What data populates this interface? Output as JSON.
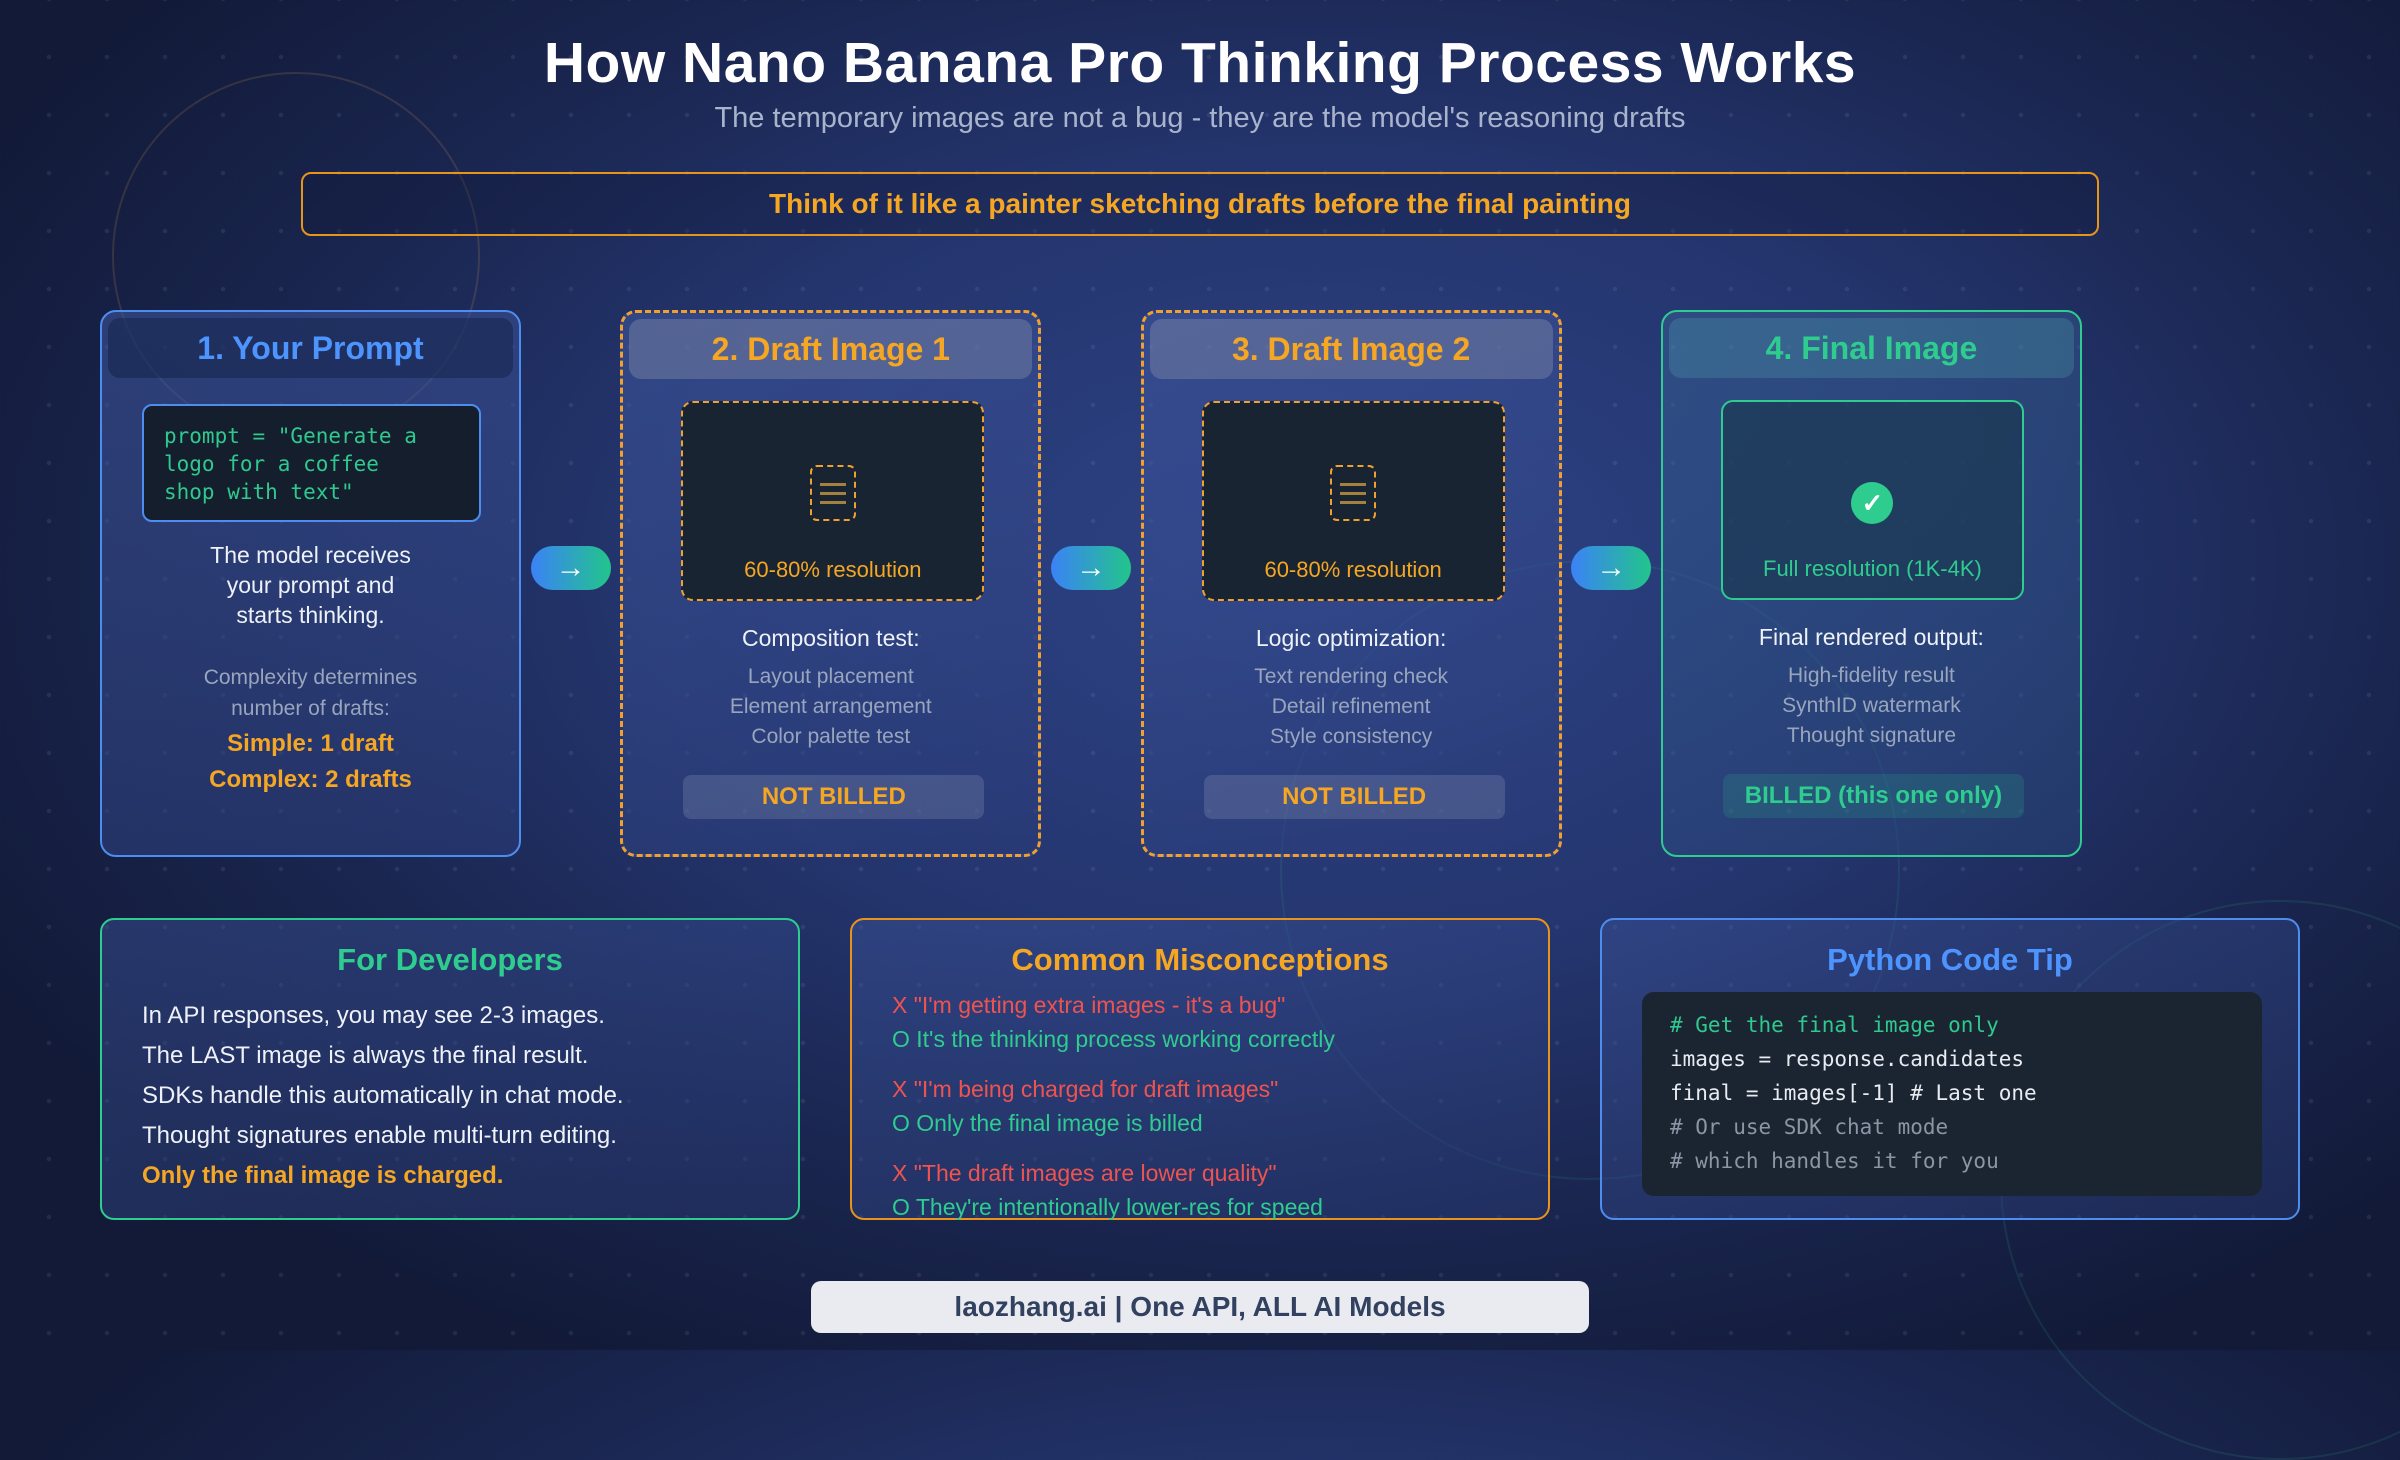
{
  "page": {
    "title": "How Nano Banana Pro Thinking Process Works",
    "subtitle": "The temporary images are not a bug - they are the model's reasoning drafts",
    "banner": "Think of it like a painter sketching drafts before the final painting",
    "footer": "laozhang.ai | One API, ALL AI Models"
  },
  "colors": {
    "accent_blue": "#4d94ff",
    "accent_orange": "#f5a623",
    "accent_green": "#2ecc8f",
    "accent_red": "#ef5350",
    "background_navy": "#1a2650"
  },
  "flow": {
    "arrow": "→",
    "step1": {
      "title": "1. Your Prompt",
      "code_lines": [
        "prompt = \"Generate a",
        "logo for a coffee",
        "shop with text\""
      ],
      "desc_lines": [
        "The model receives",
        "your prompt and",
        "starts thinking."
      ],
      "note_lines": [
        "Complexity determines",
        "number of drafts:"
      ],
      "highlight1": "Simple: 1 draft",
      "highlight2": "Complex: 2 drafts"
    },
    "step2": {
      "title": "2. Draft Image 1",
      "resolution": "60-80% resolution",
      "list_title": "Composition test:",
      "items": [
        "Layout placement",
        "Element arrangement",
        "Color palette test"
      ],
      "badge": "NOT BILLED"
    },
    "step3": {
      "title": "3. Draft Image 2",
      "resolution": "60-80% resolution",
      "list_title": "Logic optimization:",
      "items": [
        "Text rendering check",
        "Detail refinement",
        "Style consistency"
      ],
      "badge": "NOT BILLED"
    },
    "step4": {
      "title": "4. Final Image",
      "check": "✓",
      "resolution": "Full resolution (1K-4K)",
      "list_title": "Final rendered output:",
      "items": [
        "High-fidelity result",
        "SynthID watermark",
        "Thought signature"
      ],
      "badge": "BILLED (this one only)"
    }
  },
  "bottom": {
    "developers": {
      "title": "For Developers",
      "lines": [
        "In API responses, you may see 2-3 images.",
        "The LAST image is always the final result.",
        "SDKs handle this automatically in chat mode.",
        "Thought signatures enable multi-turn editing."
      ],
      "highlight": "Only the final image is charged."
    },
    "misconceptions": {
      "title": "Common Misconceptions",
      "pairs": [
        {
          "wrong": "X \"I'm getting extra images - it's a bug\"",
          "right": "O It's the thinking process working correctly"
        },
        {
          "wrong": "X \"I'm being charged for draft images\"",
          "right": "O Only the final image is billed"
        },
        {
          "wrong": "X \"The draft images are lower quality\"",
          "right": "O They're intentionally lower-res for speed"
        }
      ]
    },
    "python": {
      "title": "Python Code Tip",
      "code": [
        "# Get the final image only",
        "images = response.candidates",
        "final = images[-1] # Last one",
        "# Or use SDK chat mode",
        "# which handles it for you"
      ]
    }
  }
}
